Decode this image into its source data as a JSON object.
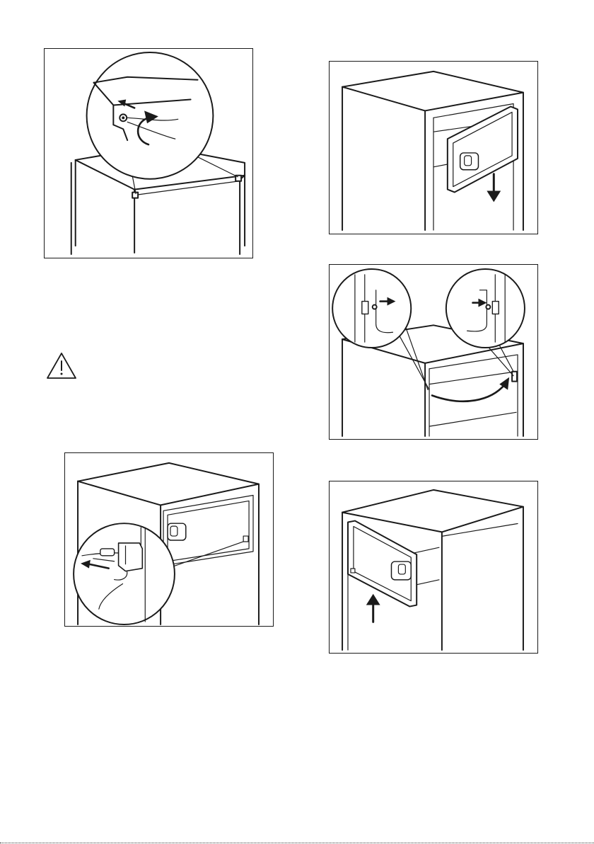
{
  "document": {
    "figures": [
      {
        "id": "fig-top-screws",
        "icons": [
          "curved-arrow-icon",
          "arrow-left-icon",
          "screw-icon"
        ]
      },
      {
        "id": "fig-lower-door",
        "icons": [
          "arrow-down-icon"
        ]
      },
      {
        "id": "fig-hinge-transfer",
        "icons": [
          "arrow-right-icon",
          "arrow-right-icon",
          "curved-arrow-icon"
        ]
      },
      {
        "id": "fig-remove-pin",
        "icons": [
          "arrow-left-icon"
        ]
      },
      {
        "id": "fig-raise-door",
        "icons": [
          "arrow-up-icon"
        ]
      }
    ],
    "warning_icon": "warning-triangle-icon"
  }
}
